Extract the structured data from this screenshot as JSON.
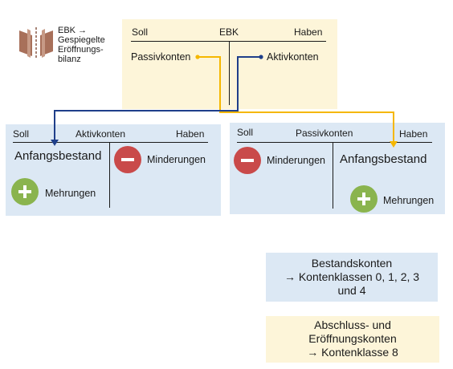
{
  "legend": {
    "icon_name": "mirror-book-icon",
    "text": "EBK →\nGespiegelte\nEröffnungs-\nbilanz"
  },
  "ebk": {
    "soll": "Soll",
    "title": "EBK",
    "haben": "Haben",
    "left_entry": "Passivkonten",
    "right_entry": "Aktivkonten"
  },
  "aktiv": {
    "soll": "Soll",
    "title": "Aktivkonten",
    "haben": "Haben",
    "opening": "Anfangsbestand",
    "decrease": "Minderungen",
    "increase": "Mehrungen"
  },
  "passiv": {
    "soll": "Soll",
    "title": "Passivkonten",
    "haben": "Haben",
    "opening": "Anfangsbestand",
    "decrease": "Minderungen",
    "increase": "Mehrungen"
  },
  "notes": {
    "bestand": "Bestandskonten\n→ Kontenklassen 0, 1, 2, 3\nund 4",
    "abschluss": "Abschluss- und\nEröffnungskonten\n→ Kontenklasse 8"
  },
  "colors": {
    "yellow_fill": "#fdf5d9",
    "blue_fill": "#dce8f4",
    "blue_line": "#1f3f8a",
    "orange_line": "#f5b700",
    "minus": "#c94a4a",
    "plus": "#8ab44e",
    "book": "#a8705a"
  }
}
